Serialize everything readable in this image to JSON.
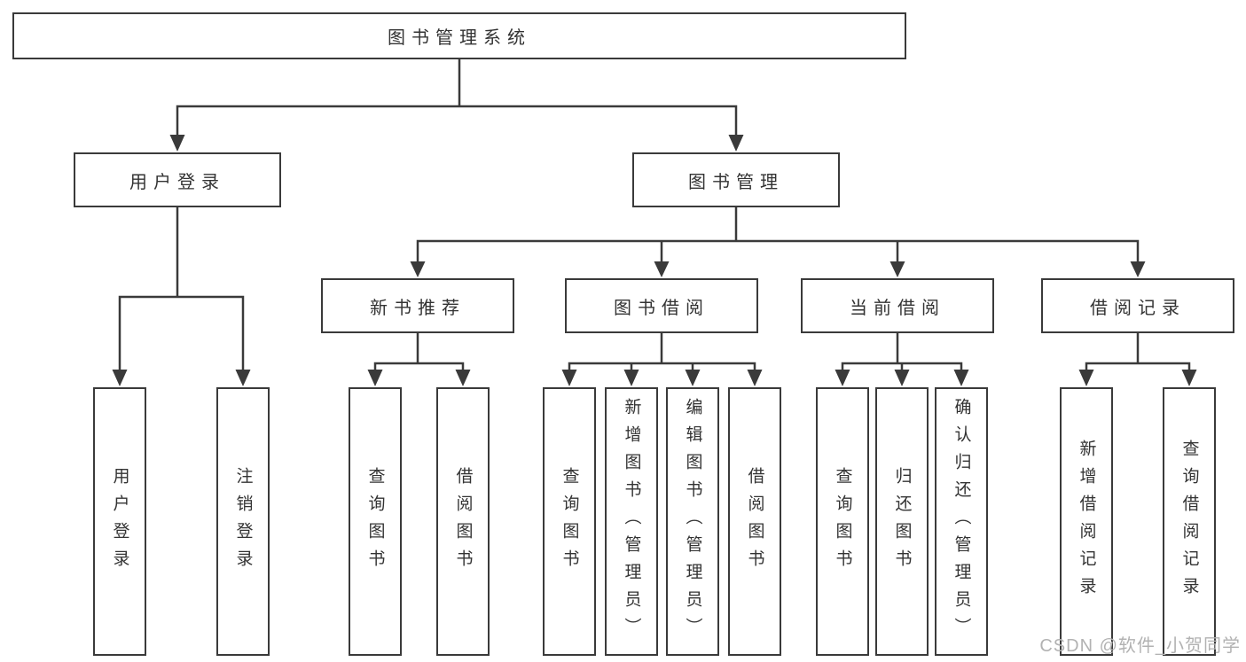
{
  "diagram": {
    "root": {
      "label": "图书管理系统"
    },
    "level2": [
      {
        "label": "用户登录"
      },
      {
        "label": "图书管理"
      }
    ],
    "level3": [
      {
        "label": "新书推荐"
      },
      {
        "label": "图书借阅"
      },
      {
        "label": "当前借阅"
      },
      {
        "label": "借阅记录"
      }
    ],
    "leaf_groups": [
      {
        "parent": "用户登录",
        "items": [
          {
            "label": "用户登录"
          },
          {
            "label": "注销登录"
          }
        ]
      },
      {
        "parent": "新书推荐",
        "items": [
          {
            "label": "查询图书"
          },
          {
            "label": "借阅图书"
          }
        ]
      },
      {
        "parent": "图书借阅",
        "items": [
          {
            "label": "查询图书"
          },
          {
            "label": "新增图书（管理员）"
          },
          {
            "label": "编辑图书（管理员）"
          },
          {
            "label": "借阅图书"
          }
        ]
      },
      {
        "parent": "当前借阅",
        "items": [
          {
            "label": "查询图书"
          },
          {
            "label": "归还图书"
          },
          {
            "label": "确认归还（管理员）"
          }
        ]
      },
      {
        "parent": "借阅记录",
        "items": [
          {
            "label": "新增借阅记录"
          },
          {
            "label": "查询借阅记录"
          }
        ]
      }
    ],
    "watermark": "CSDN @软件_小贺同学",
    "colors": {
      "line": "#3a3a3a",
      "box_border": "#3a3a3a",
      "text": "#333333",
      "watermark": "#b2b2b2",
      "background": "#ffffff"
    }
  }
}
